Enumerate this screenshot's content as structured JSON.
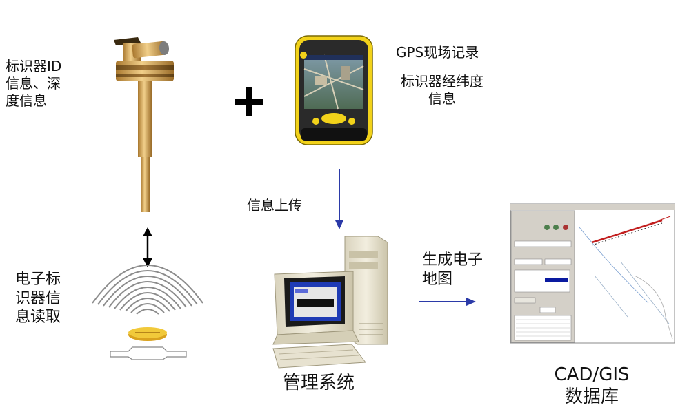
{
  "labels": {
    "marker_info": "标识器ID\n信息、深\n度信息",
    "gps_record": "GPS现场记录",
    "marker_latlon": "标识器经纬度\n信息",
    "upload": "信息上传",
    "read_marker": "电子标\n识器信\n息读取",
    "generate_map": "生成电子\n地图",
    "management_system": "管理系统",
    "cad_gis": "CAD/GIS",
    "database": "数据库",
    "plus": "+"
  },
  "colors": {
    "arrow_blue": "#2b3aa8",
    "locator_gold": "#c89a52",
    "handheld_yellow": "#f2d21a",
    "computer_beige": "#eae6d6"
  }
}
